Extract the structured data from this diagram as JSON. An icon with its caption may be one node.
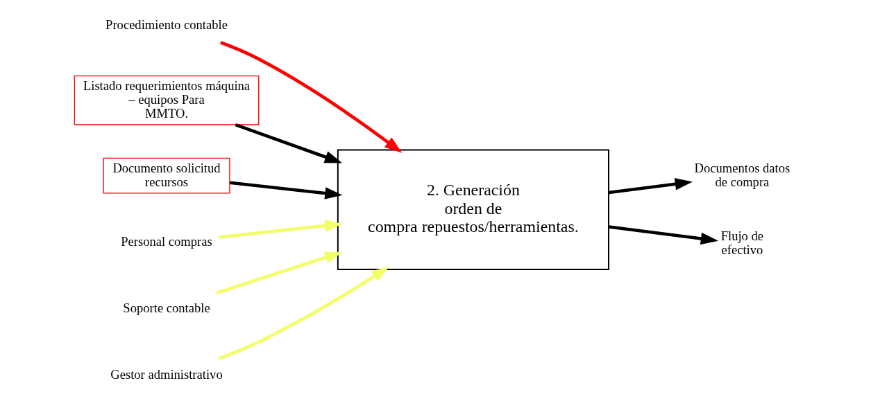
{
  "diagram": {
    "nodes": [
      {
        "text": [
          "2. Generación orden  de compra repuestos/herramientas."
        ]
      },
      {
        "text": [
          "Procedimiento contable"
        ]
      },
      {
        "text": [
          "Listado requerimientos máquina – equipos Para MMTO."
        ]
      },
      {
        "text": [
          "Documento solicitud recursos"
        ]
      },
      {
        "text": [
          "Documentos  datos de compra"
        ]
      },
      {
        "text": [
          "Flujo de efectivo"
        ]
      },
      {
        "text": [
          "Personal compras"
        ]
      },
      {
        "text": [
          "Soporte contable"
        ]
      },
      {
        "text": [
          "Gestor administrativo"
        ]
      }
    ],
    "edges": [
      {
        "from": 1,
        "to": 0,
        "arrow": "to",
        "color": "#ff0000"
      },
      {
        "from": 2,
        "to": 0,
        "arrow": "to"
      },
      {
        "from": 3,
        "to": 0,
        "arrow": "to"
      },
      {
        "from": 0,
        "to": 4,
        "arrow": "to"
      },
      {
        "from": 0,
        "to": 5,
        "arrow": "to"
      },
      {
        "from": 6,
        "to": 0,
        "arrow": "to",
        "color": "#f2ff66"
      },
      {
        "from": 7,
        "to": 0,
        "arrow": "to",
        "color": "#f2ff66"
      },
      {
        "from": 8,
        "to": 0,
        "arrow": "to",
        "color": "#f2ff66"
      }
    ]
  }
}
